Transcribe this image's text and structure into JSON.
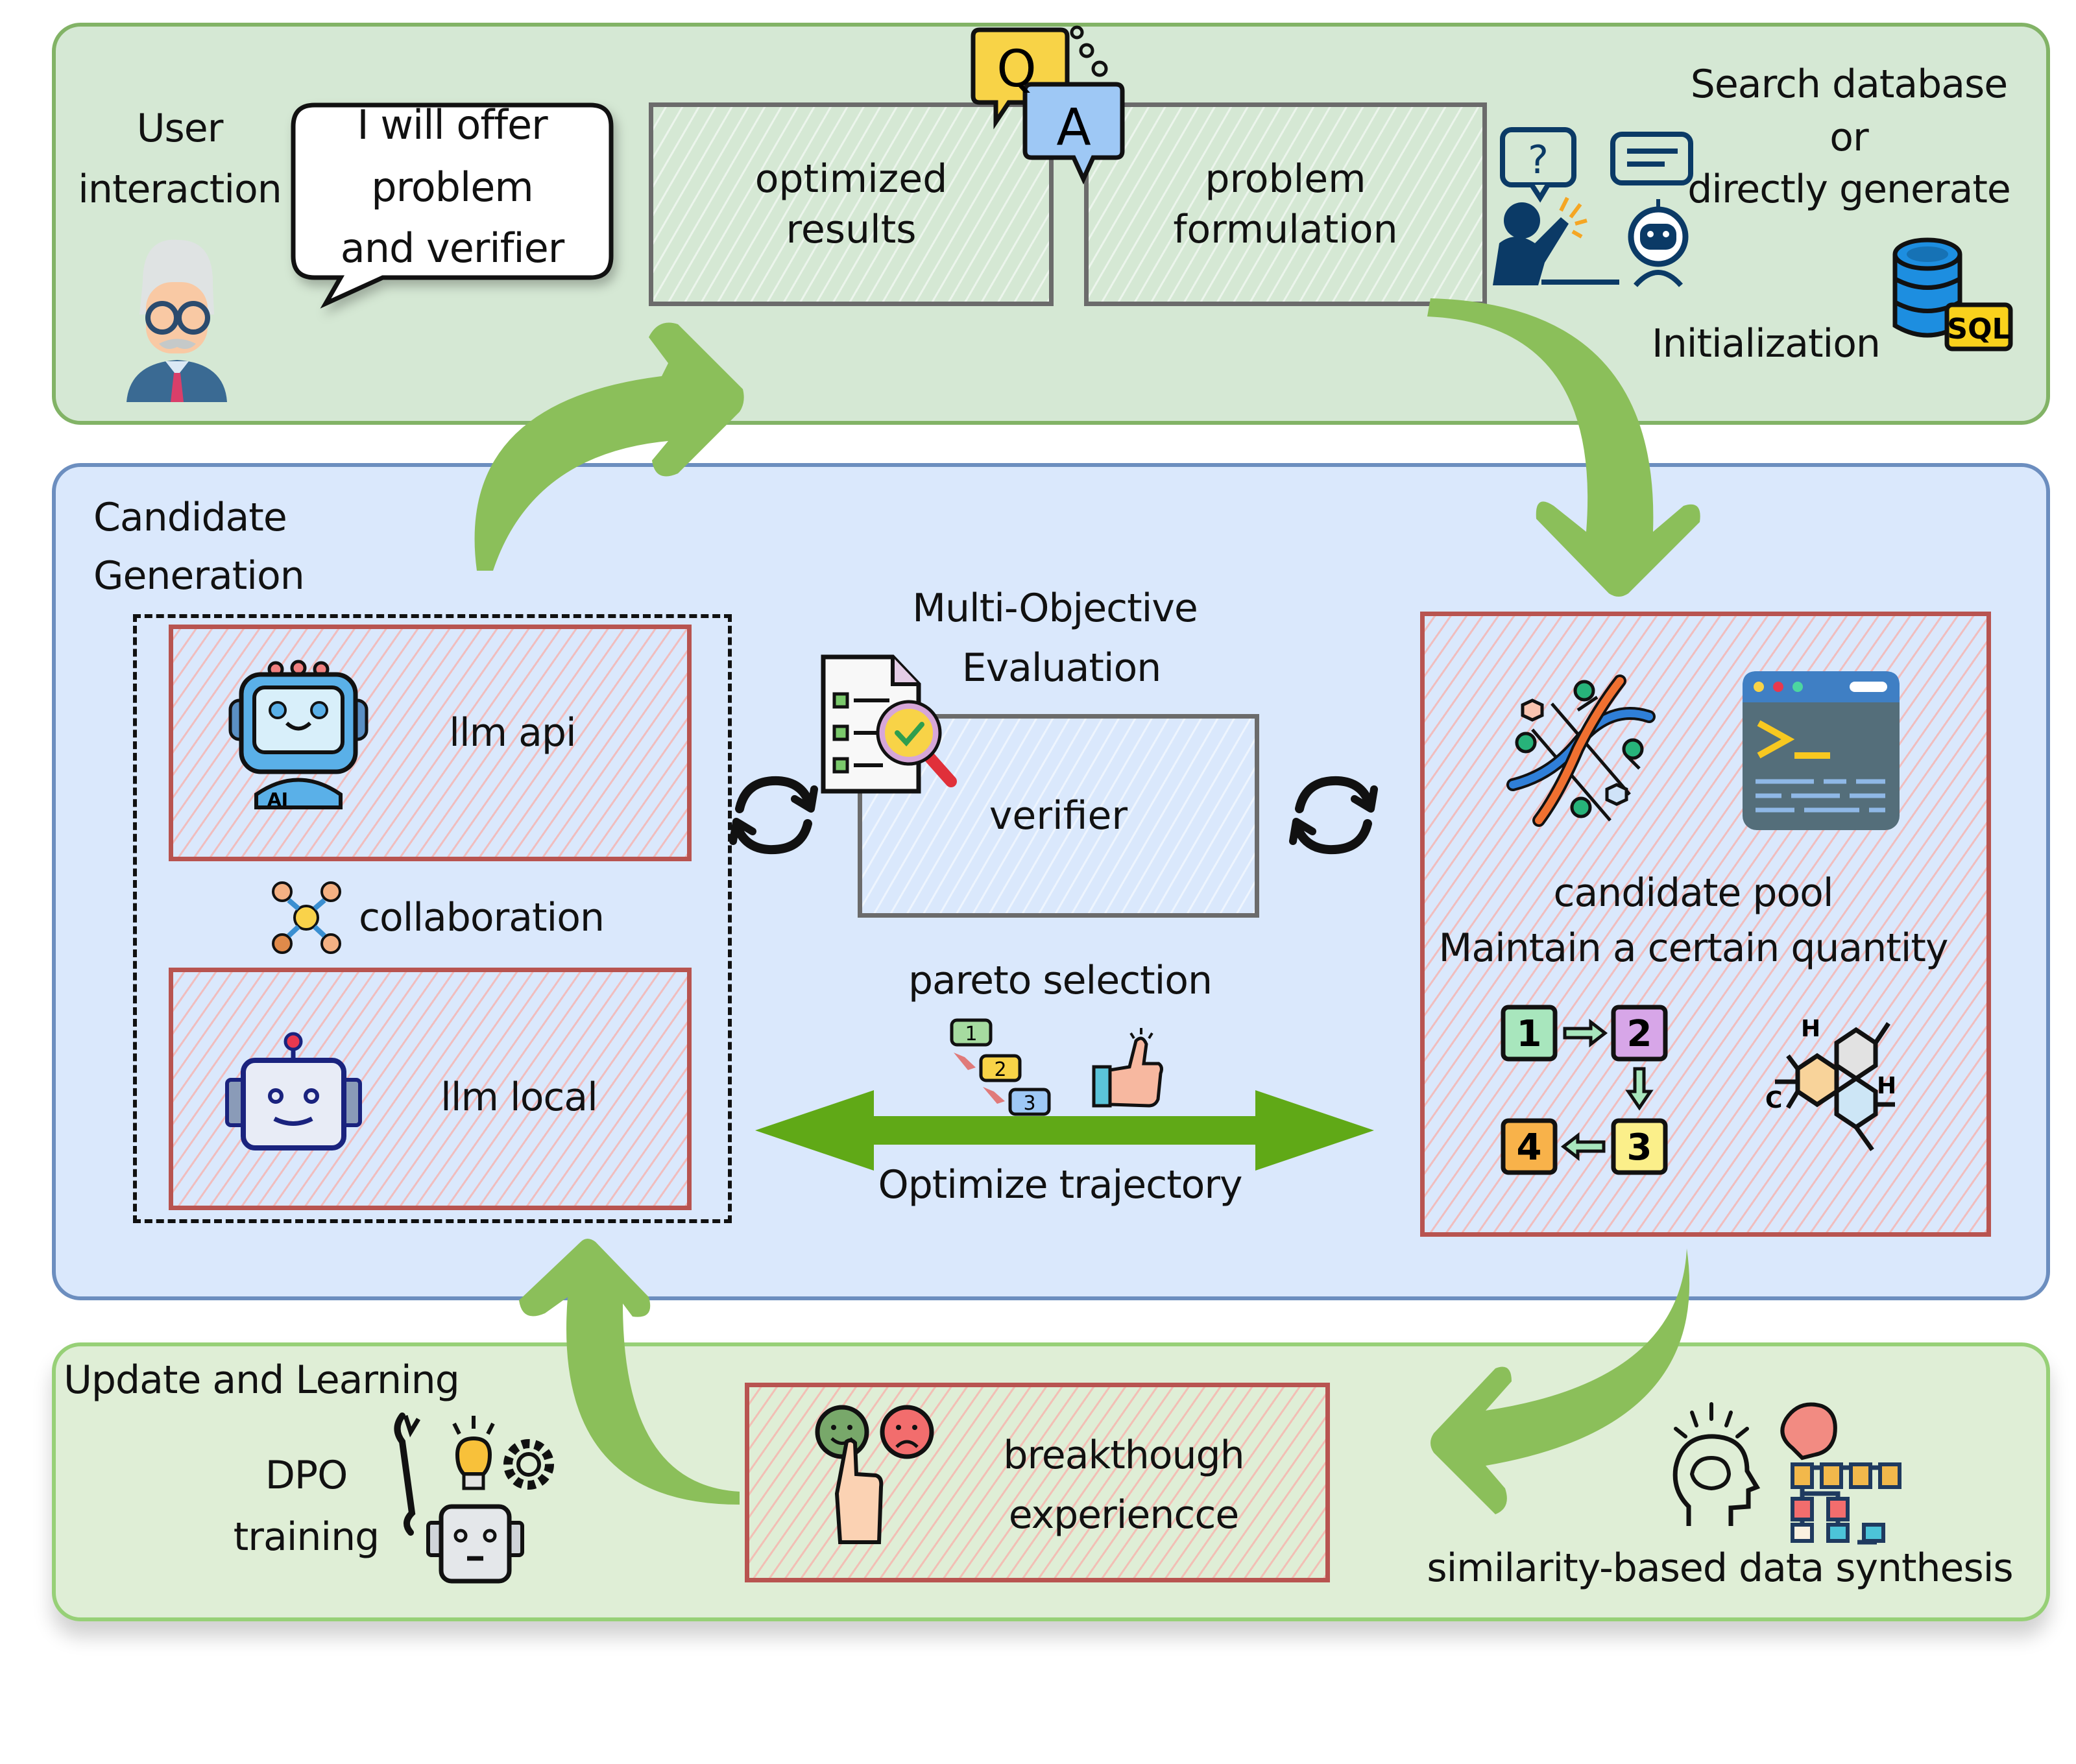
{
  "colors": {
    "top_panel_bg": "#d5e8d4",
    "top_panel_border": "#82b366",
    "mid_panel_bg": "#dae8fc",
    "mid_panel_border": "#6c8ebf",
    "bottom_panel_bg": "#dfeed6",
    "flow_arrow": "#8bbf5a",
    "trajectory_arrow": "#60a917",
    "red_box_border": "#b85450",
    "gray_box_border": "#6b6b6b"
  },
  "top": {
    "user_label_line1": "User",
    "user_label_line2": "interaction",
    "speech_line1": "I will offer",
    "speech_line2": "problem",
    "speech_line3": "and verifier",
    "optimized_line1": "optimized",
    "optimized_line2": "results",
    "problem_line1": "problem",
    "problem_line2": "formulation",
    "qa_q": "Q",
    "qa_a": "A",
    "search_line1": "Search database",
    "search_line2": "or",
    "search_line3": "directly generate",
    "initialization": "Initialization",
    "sql_badge": "SQL"
  },
  "middle": {
    "section_line1": "Candidate",
    "section_line2": "Generation",
    "llm_api": "llm api",
    "ai_badge": "AI",
    "collaboration": "collaboration",
    "llm_local": "llm local",
    "eval_line1": "Multi-Objective",
    "eval_line2": "Evaluation",
    "verifier": "verifier",
    "pareto": "pareto selection",
    "rank_1": "1",
    "rank_2": "2",
    "rank_3": "3",
    "trajectory": "Optimize trajectory",
    "pool_line1": "candidate pool",
    "pool_line2": "Maintain a certain quantity",
    "step_1": "1",
    "step_2": "2",
    "step_3": "3",
    "step_4": "4",
    "mol_h1": "H",
    "mol_h2": "H",
    "mol_c": "C"
  },
  "bottom": {
    "section": "Update and Learning",
    "dpo_line1": "DPO",
    "dpo_line2": "training",
    "breakthrough_line1": "breakthough",
    "breakthrough_line2": "experiencce",
    "synthesis": "similarity-based data synthesis"
  }
}
